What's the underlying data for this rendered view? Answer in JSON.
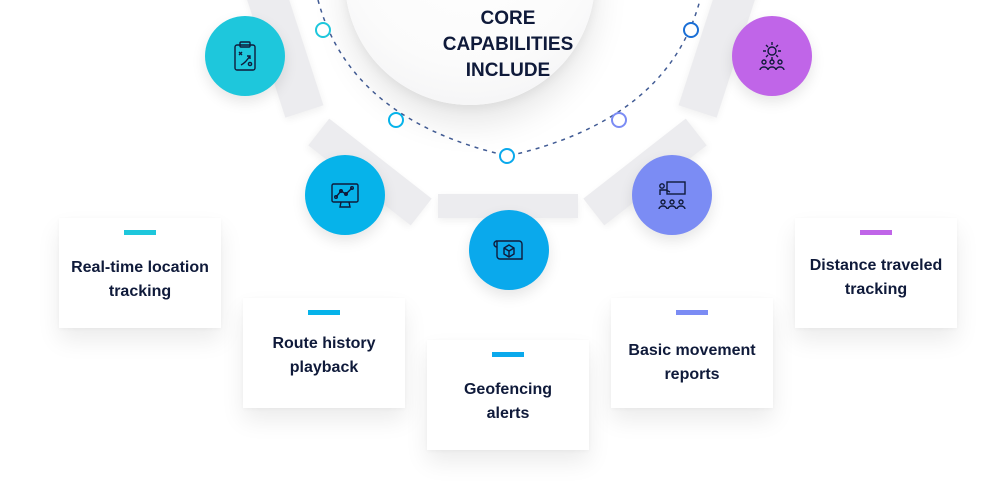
{
  "hub": {
    "title": "CORE\nCAPABILITIES\nINCLUDE"
  },
  "colors": {
    "text": "#0f1a3a",
    "spoke": "#ececef",
    "arc": "#2e4a8a",
    "teal": "#1ec7dc",
    "sky": "#06b3ea",
    "blue": "#0aa9ec",
    "violet": "#7b8cf4",
    "purple": "#c065e8"
  },
  "capabilities": [
    {
      "label": "Real-time location tracking",
      "icon": "clipboard-strategy-icon",
      "color": "#1ec7dc"
    },
    {
      "label": "Route history playback",
      "icon": "monitor-analytics-icon",
      "color": "#06b3ea"
    },
    {
      "label": "Geofencing alerts",
      "icon": "map-blueprint-icon",
      "color": "#0aa9ec"
    },
    {
      "label": "Basic movement reports",
      "icon": "presentation-team-icon",
      "color": "#7b8cf4"
    },
    {
      "label": "Distance traveled tracking",
      "icon": "team-gear-icon",
      "color": "#c065e8"
    }
  ]
}
